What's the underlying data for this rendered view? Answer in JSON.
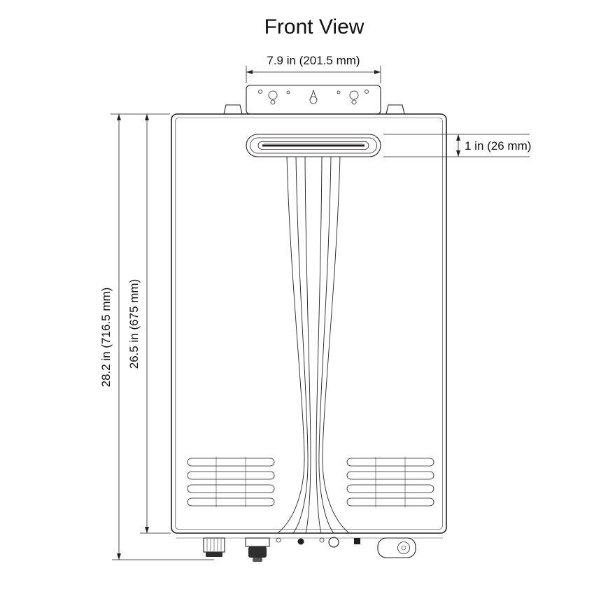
{
  "title": "Front View",
  "dimensions": {
    "top_width": "7.9 in (201.5 mm)",
    "vent_height": "1 in (26 mm)",
    "overall_height": "28.2 in (716.5 mm)",
    "body_height": "26.5 in (675 mm)"
  },
  "colors": {
    "line": "#231f20",
    "background": "#ffffff",
    "text": "#111111"
  }
}
